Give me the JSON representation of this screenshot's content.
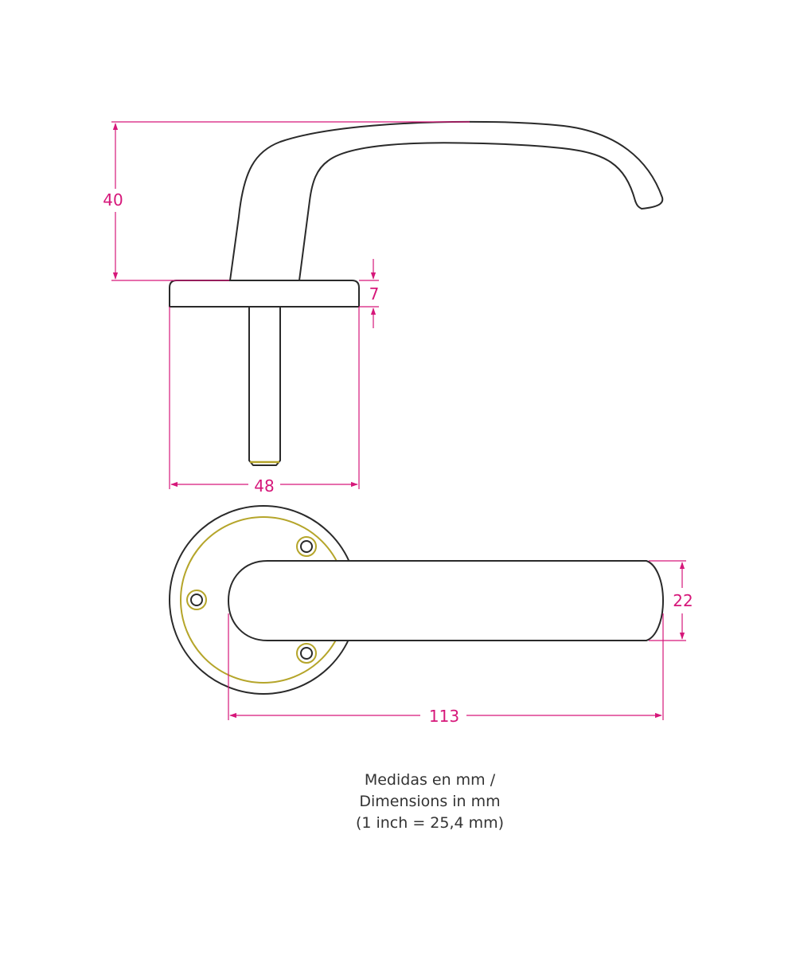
{
  "colors": {
    "outline": "#2a2a2a",
    "dimension": "#d6177a",
    "rose_ring": "#b5a52a",
    "caption": "#333333"
  },
  "dimensions": {
    "height_label": "40",
    "rose_thickness_label": "7",
    "rose_width_label": "48",
    "lever_width_label": "22",
    "lever_length_label": "113"
  },
  "caption": {
    "line1": "Medidas en mm /",
    "line2": "Dimensions in mm",
    "line3": "(1 inch = 25,4 mm)"
  }
}
